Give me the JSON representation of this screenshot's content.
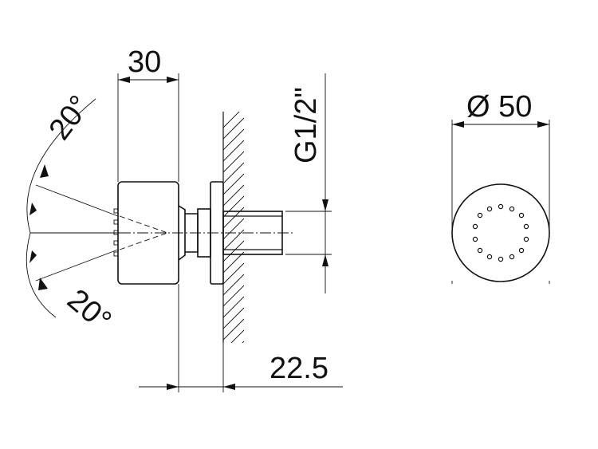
{
  "dimensions": {
    "width": "30",
    "thread": "G1/2\"",
    "projection": "22.5",
    "diameter": "Ø 50",
    "angle_top": "20°",
    "angle_bottom": "20°"
  }
}
